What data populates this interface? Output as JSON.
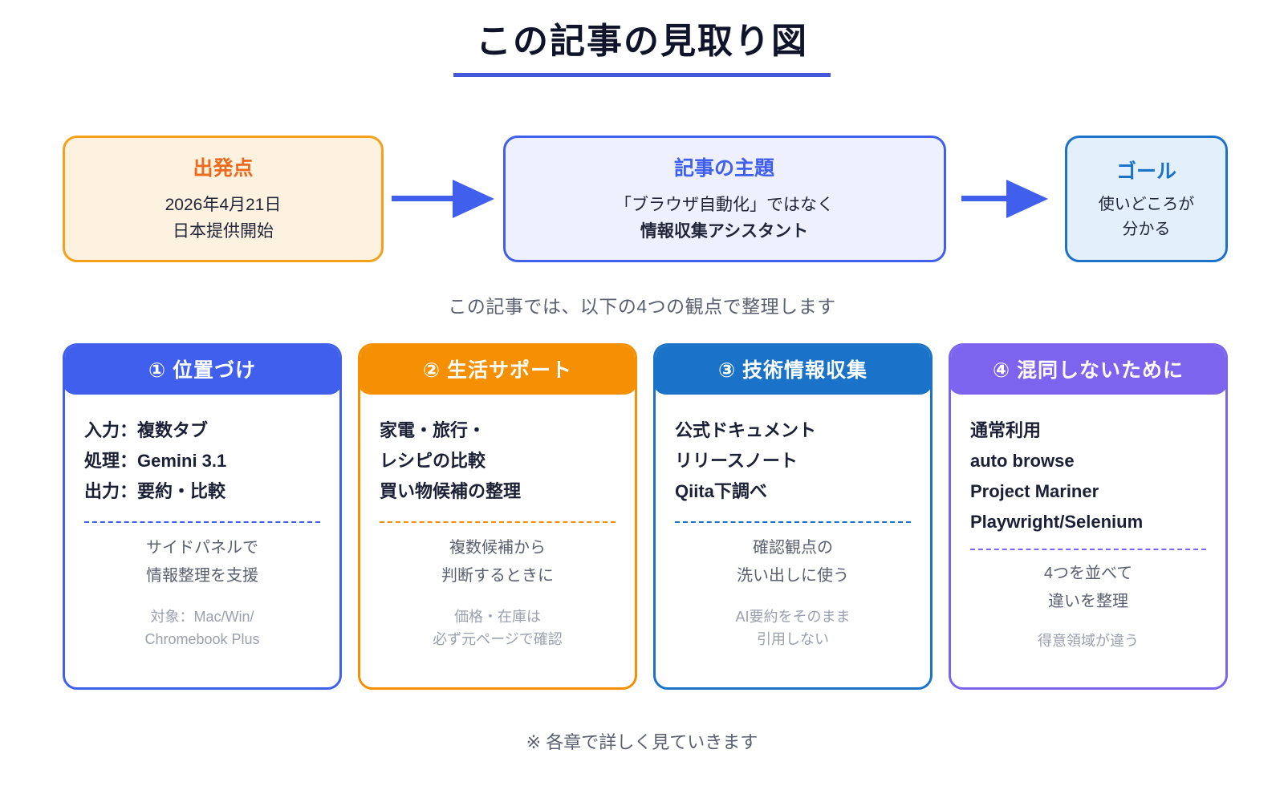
{
  "header": {
    "title": "この記事の見取り図",
    "rule_color": "#4258d8"
  },
  "flow": {
    "start": {
      "title": "出発点",
      "line1": "2026年4月21日",
      "line2": "日本提供開始",
      "border_color": "#F5A01B",
      "fill_color": "#FDF1DF",
      "title_color": "#EC6A1E"
    },
    "arrow1": "arrow-right-icon",
    "theme": {
      "title": "記事の主題",
      "line1": "「ブラウザ自動化」ではなく",
      "line2": "情報収集アシスタント",
      "border_color": "#3F5FEC",
      "fill_color": "#EEF1FD",
      "title_color": "#3F5FEC"
    },
    "arrow2": "arrow-right-icon",
    "goal": {
      "title": "ゴール",
      "line1": "使いどころが",
      "line2": "分かる",
      "border_color": "#1A73C8",
      "fill_color": "#E3F0FB",
      "title_color": "#1A73C8"
    },
    "arrow_color": "#3F5FEC"
  },
  "subtitle": "この記事では、以下の4つの観点で整理します",
  "cards": [
    {
      "header": "① 位置づけ",
      "accent": "#3F5FEC",
      "items": [
        "入力：複数タブ",
        "処理：Gemini 3.1",
        "出力：要約・比較"
      ],
      "note": [
        "サイドパネルで",
        "情報整理を支援"
      ],
      "footnote": [
        "対象：Mac/Win/",
        "Chromebook Plus"
      ]
    },
    {
      "header": "② 生活サポート",
      "accent": "#F59004",
      "items": [
        "家電・旅行・",
        "レシピの比較",
        "買い物候補の整理"
      ],
      "note": [
        "複数候補から",
        "判断するときに"
      ],
      "footnote": [
        "価格・在庫は",
        "必ず元ページで確認"
      ]
    },
    {
      "header": "③ 技術情報収集",
      "accent": "#1A73C8",
      "items": [
        "公式ドキュメント",
        "リリースノート",
        "Qiita下調べ"
      ],
      "note": [
        "確認観点の",
        "洗い出しに使う"
      ],
      "footnote": [
        "AI要約をそのまま",
        "引用しない"
      ]
    },
    {
      "header": "④ 混同しないために",
      "accent": "#7C64EE",
      "items": [
        "通常利用",
        "auto browse",
        "Project Mariner",
        "Playwright/Selenium"
      ],
      "note": [
        "4つを並べて",
        "違いを整理"
      ],
      "footnote": [
        "得意領域が違う"
      ]
    }
  ],
  "bottom_note": "※ 各章で詳しく見ていきます"
}
